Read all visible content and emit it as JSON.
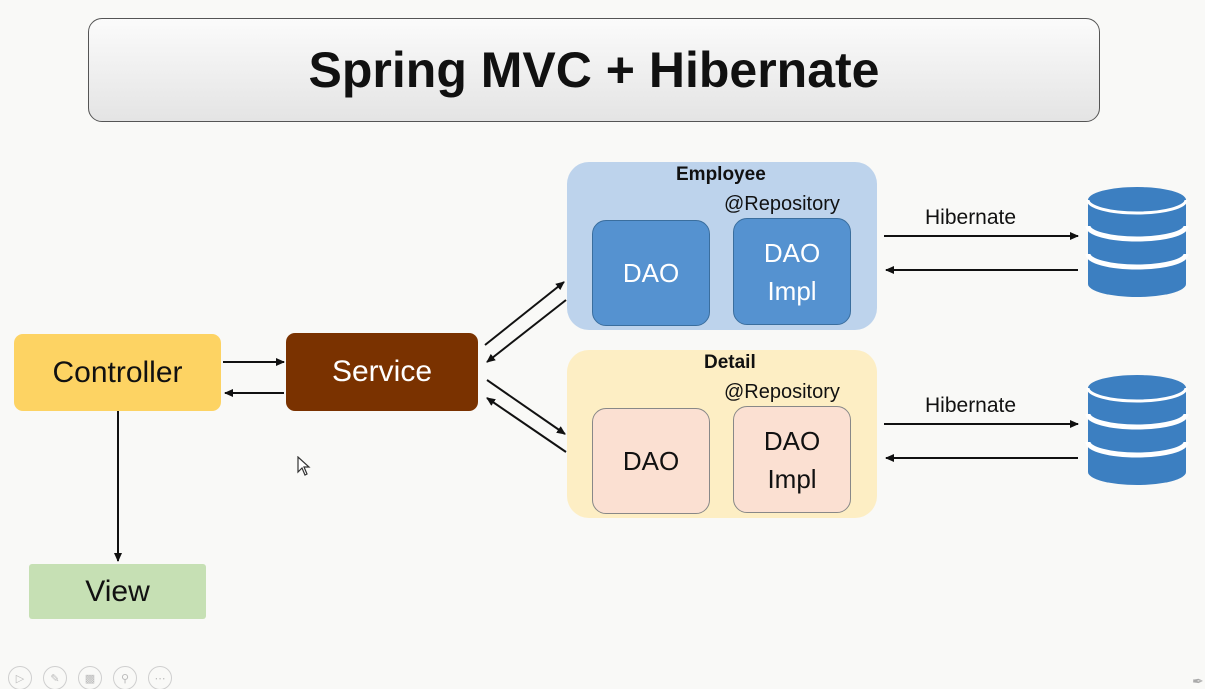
{
  "title": "Spring MVC + Hibernate",
  "controller": {
    "label": "Controller"
  },
  "service": {
    "label": "Service"
  },
  "view": {
    "label": "View"
  },
  "employee": {
    "title": "Employee",
    "annotation": "@Repository",
    "dao_label": "DAO",
    "dao_impl_label_line1": "DAO",
    "dao_impl_label_line2": "Impl",
    "edge_label": "Hibernate"
  },
  "detail": {
    "title": "Detail",
    "annotation": "@Repository",
    "dao_label": "DAO",
    "dao_impl_label_line1": "DAO",
    "dao_impl_label_line2": "Impl",
    "edge_label": "Hibernate"
  },
  "colors": {
    "controller": "#fdd363",
    "service": "#7a3200",
    "view": "#c6e0b4",
    "employee_group": "#bdd3ec",
    "employee_inner": "#5592d0",
    "detail_group": "#fdeec4",
    "detail_inner": "#fbe0d2",
    "database": "#3c7fc1"
  },
  "icons": {
    "database": "database-icon",
    "cursor": "mouse-pointer-icon",
    "toolbar": [
      "play-icon",
      "pen-icon",
      "slides-icon",
      "zoom-icon",
      "more-icon"
    ]
  }
}
